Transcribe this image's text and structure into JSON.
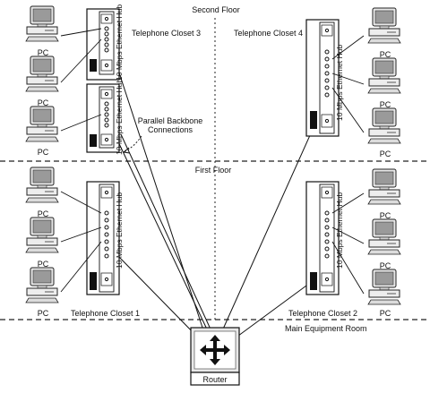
{
  "floors": {
    "second": "Second Floor",
    "first": "First Floor",
    "main": "Main Equipment Room"
  },
  "closets": {
    "c1": "Telephone Closet 1",
    "c2": "Telephone Closet 2",
    "c3": "Telephone Closet 3",
    "c4": "Telephone Closet 4"
  },
  "hub_label": "10 Mbps Ethernet Hub",
  "pc_label": "PC",
  "router_label": "Router",
  "annotation": "Parallel Backbone Connections"
}
